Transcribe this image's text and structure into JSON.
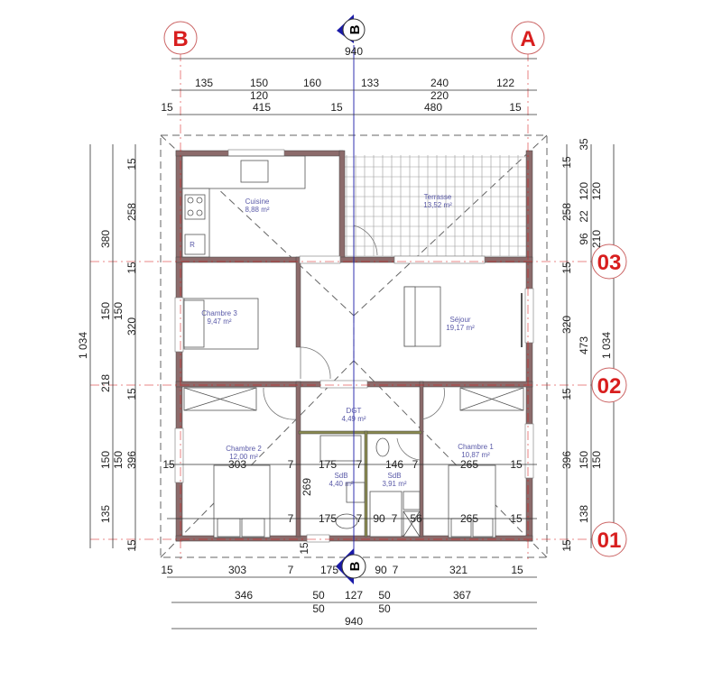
{
  "colors": {
    "wall": "#8c6b6b",
    "axis": "#d81e1e",
    "section": "#1a1aa8",
    "room_label": "#5a5aa8"
  },
  "grid_axes": {
    "B": "B",
    "A": "A",
    "row_03": "03",
    "row_02": "02",
    "row_01": "01"
  },
  "section_markers": {
    "top": "B",
    "bottom": "B"
  },
  "rooms": [
    {
      "name": "Cuisine",
      "area": "8,88 m²"
    },
    {
      "name": "Terrasse",
      "area": "13,52 m²"
    },
    {
      "name": "Chambre 3",
      "area": "9,47 m²"
    },
    {
      "name": "Séjour",
      "area": "19,17 m²"
    },
    {
      "name": "DGT",
      "area": "4,49 m²"
    },
    {
      "name": "Chambre 2",
      "area": "12,00 m²"
    },
    {
      "name": "Chambre 1",
      "area": "10,87 m²"
    },
    {
      "name": "SdB",
      "area": "4,40 m²"
    },
    {
      "name": "SdB",
      "area": "3,91 m²"
    }
  ],
  "fixture_labels": {
    "fridge": "R",
    "wc": "WC",
    "sdb_tag": "SdB"
  },
  "dimensions": {
    "top_total": [
      "940"
    ],
    "top_openings": [
      "135",
      "150",
      "120",
      "160",
      "133",
      "240",
      "220",
      "122"
    ],
    "top_walls": [
      "15",
      "415",
      "15",
      "480",
      "15"
    ],
    "bottom_walls": [
      "15",
      "303",
      "7",
      "175",
      "90",
      "7",
      "321",
      "15"
    ],
    "bottom_openings": [
      "346",
      "50",
      "50",
      "127",
      "50",
      "50",
      "367"
    ],
    "bottom_total": [
      "940"
    ],
    "left_total": [
      "1 034"
    ],
    "left_openings": [
      "380",
      "150",
      "150",
      "218",
      "150",
      "150",
      "135"
    ],
    "left_walls": [
      "15",
      "258",
      "15",
      "320",
      "15",
      "396",
      "15"
    ],
    "right_walls": [
      "15",
      "258",
      "15",
      "320",
      "15",
      "396",
      "15"
    ],
    "right_openings": [
      "35",
      "120",
      "120",
      "22",
      "96",
      "210",
      "473",
      "150",
      "150",
      "138"
    ],
    "right_total": [
      "1 034"
    ],
    "interior_upper": [
      "15",
      "303",
      "7",
      "175",
      "7",
      "146",
      "7",
      "265",
      "15"
    ],
    "interior_lower": [
      "7",
      "175",
      "7",
      "90",
      "7",
      "56",
      "265",
      "15"
    ],
    "interior_vertical": [
      "269"
    ],
    "misc": [
      "15"
    ]
  }
}
